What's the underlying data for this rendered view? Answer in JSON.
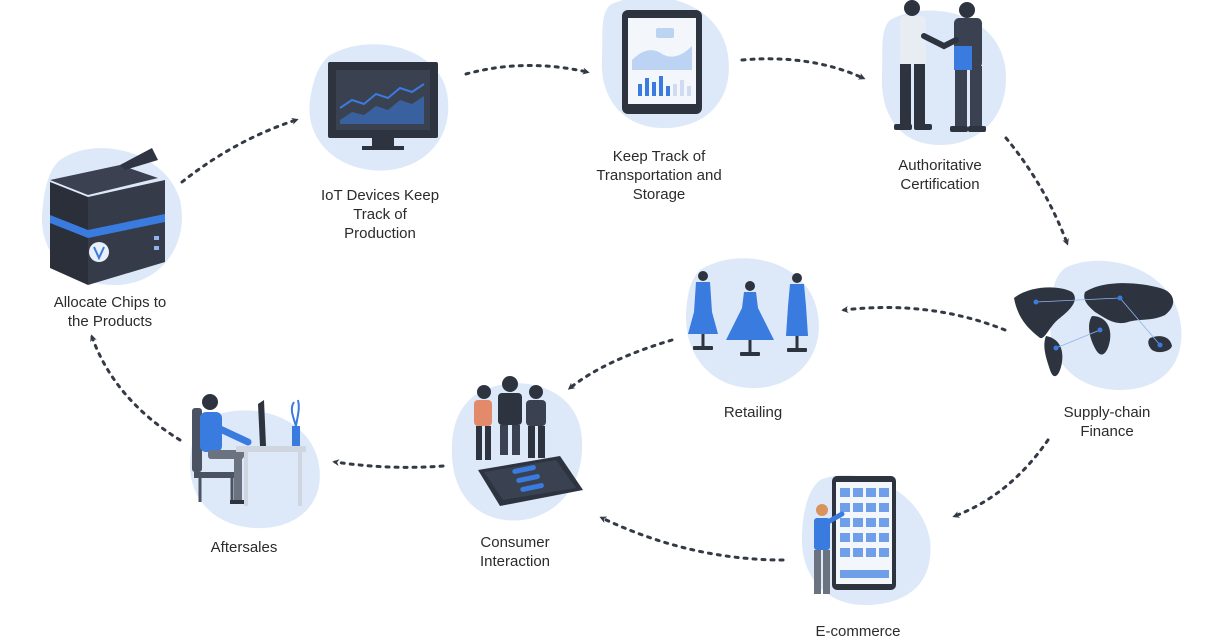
{
  "colors": {
    "blob": "#dde9f8",
    "accent": "#3a7be0",
    "dark": "#2d3440",
    "arrow": "#333a45"
  },
  "stages": [
    {
      "id": "allocate-chips",
      "label": "Allocate Chips to\nthe Products",
      "icon": "chip-box-icon"
    },
    {
      "id": "iot-devices",
      "label": "IoT Devices Keep\nTrack of\nProduction",
      "icon": "monitor-chart-icon"
    },
    {
      "id": "transportation",
      "label": "Keep Track of\nTransportation and\nStorage",
      "icon": "tablet-chart-icon"
    },
    {
      "id": "certification",
      "label": "Authoritative\nCertification",
      "icon": "handshake-icon"
    },
    {
      "id": "supply-chain",
      "label": "Supply-chain\nFinance",
      "icon": "world-map-icon"
    },
    {
      "id": "ecommerce",
      "label": "E-commerce",
      "icon": "phone-shop-icon"
    },
    {
      "id": "retailing",
      "label": "Retailing",
      "icon": "dress-mannequins-icon"
    },
    {
      "id": "consumer",
      "label": "Consumer\nInteraction",
      "icon": "people-phone-icon"
    },
    {
      "id": "aftersales",
      "label": "Aftersales",
      "icon": "desk-worker-icon"
    }
  ]
}
